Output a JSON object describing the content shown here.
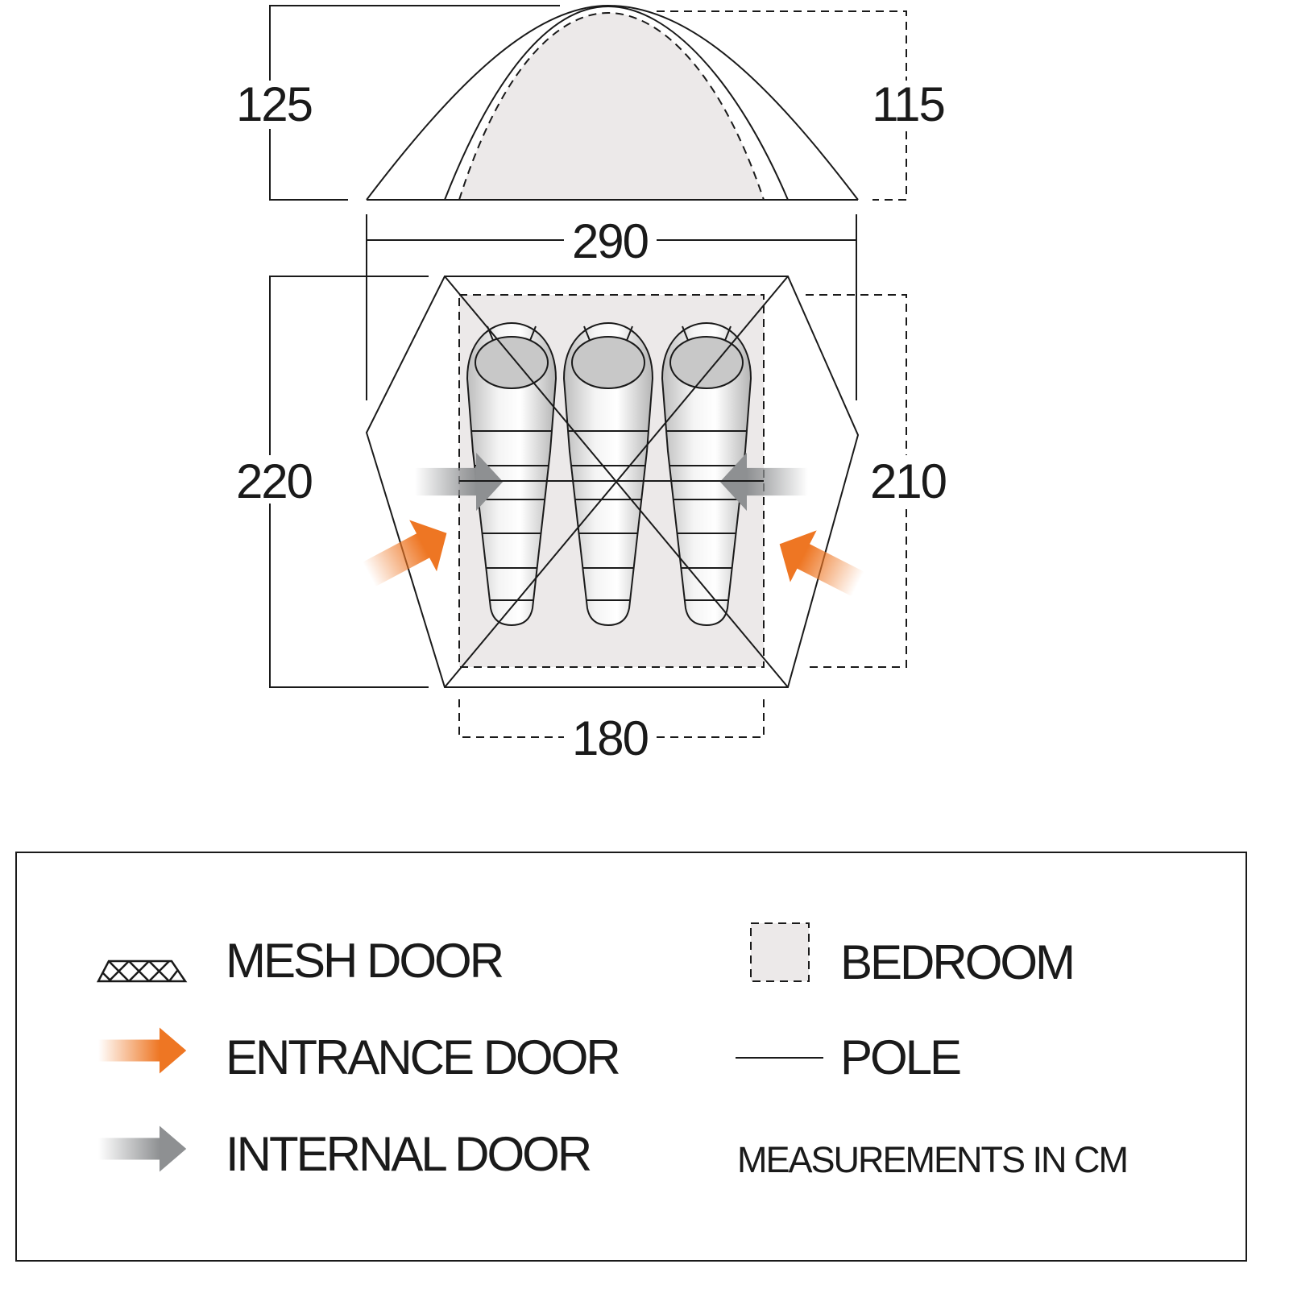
{
  "dimensions": {
    "outer_height": "125",
    "inner_height": "115",
    "outer_length": "290",
    "outer_width": "220",
    "inner_width": "210",
    "inner_length": "180"
  },
  "sleeping_bags": 3,
  "legend": {
    "mesh_door": "MESH DOOR",
    "entrance_door": "ENTRANCE DOOR",
    "internal_door": "INTERNAL DOOR",
    "bedroom": "BEDROOM",
    "pole": "POLE",
    "note": "MEASUREMENTS IN CM"
  },
  "colors": {
    "entrance": "#ee7623",
    "internal": "#8e9092",
    "bedroom_fill": "#ece9e9",
    "line": "#1a1a1a"
  }
}
